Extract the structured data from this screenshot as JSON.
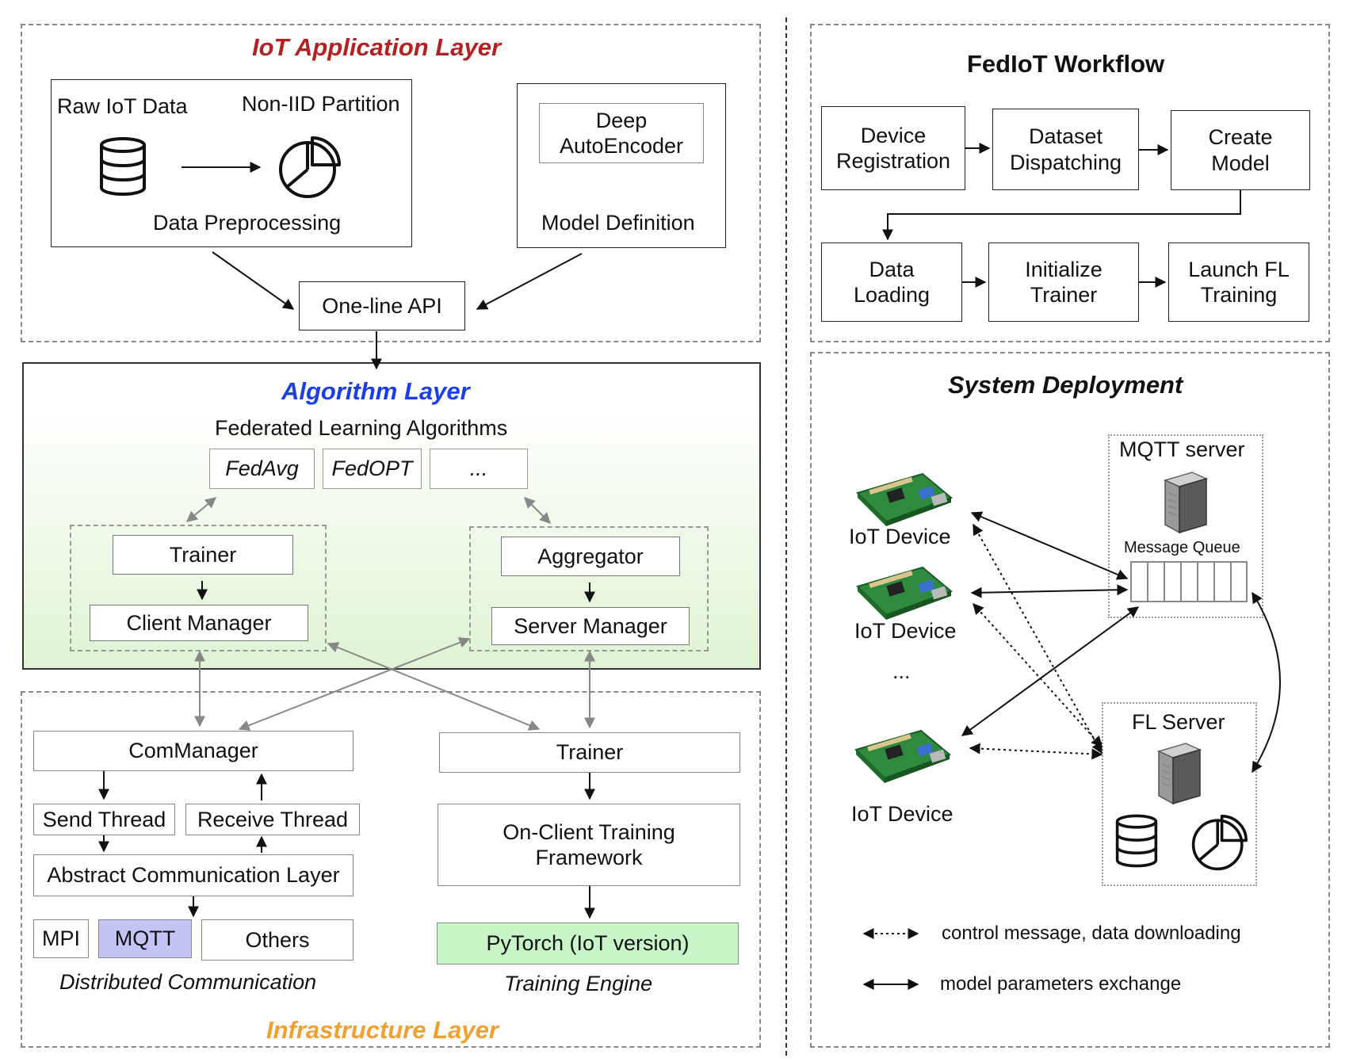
{
  "app_layer": {
    "title": "IoT Application Layer",
    "title_color": "#b22222",
    "raw_data": "Raw IoT Data",
    "partition": "Non-IID Partition",
    "preprocessing": "Data Preprocessing",
    "model_box": "Deep\nAutoEncoder",
    "model_definition": "Model Definition",
    "api": "One-line API"
  },
  "algorithm_layer": {
    "title": "Algorithm Layer",
    "title_color": "#1a3ee8",
    "fl_algorithms": "Federated Learning Algorithms",
    "algos": [
      "FedAvg",
      "FedOPT",
      "..."
    ],
    "trainer": "Trainer",
    "client_manager": "Client Manager",
    "aggregator": "Aggregator",
    "server_manager": "Server Manager",
    "bg_color": "#e6f6dc"
  },
  "infra_layer": {
    "title": "Infrastructure Layer",
    "title_color": "#f0a030",
    "com_manager": "ComManager",
    "send_thread": "Send Thread",
    "receive_thread": "Receive Thread",
    "abstract_layer": "Abstract Communication Layer",
    "mpi": "MPI",
    "mqtt": "MQTT",
    "mqtt_color": "#c4c4f4",
    "others": "Others",
    "distributed": "Distributed Communication",
    "trainer": "Trainer",
    "on_client": "On-Client Training\nFramework",
    "pytorch": "PyTorch (IoT version)",
    "pytorch_color": "#c8f5c8",
    "engine": "Training Engine"
  },
  "workflow": {
    "title": "FedIoT Workflow",
    "steps": [
      "Device\nRegistration",
      "Dataset\nDispatching",
      "Create\nModel",
      "Data\nLoading",
      "Initialize\nTrainer",
      "Launch FL\nTraining"
    ]
  },
  "deployment": {
    "title": "System Deployment",
    "iot_device": "IoT Device",
    "ellipsis": "...",
    "mqtt_server": "MQTT server",
    "message_queue": "Message Queue",
    "fl_server": "FL Server",
    "legend_control": "control message, data downloading",
    "legend_model": "model parameters exchange"
  }
}
